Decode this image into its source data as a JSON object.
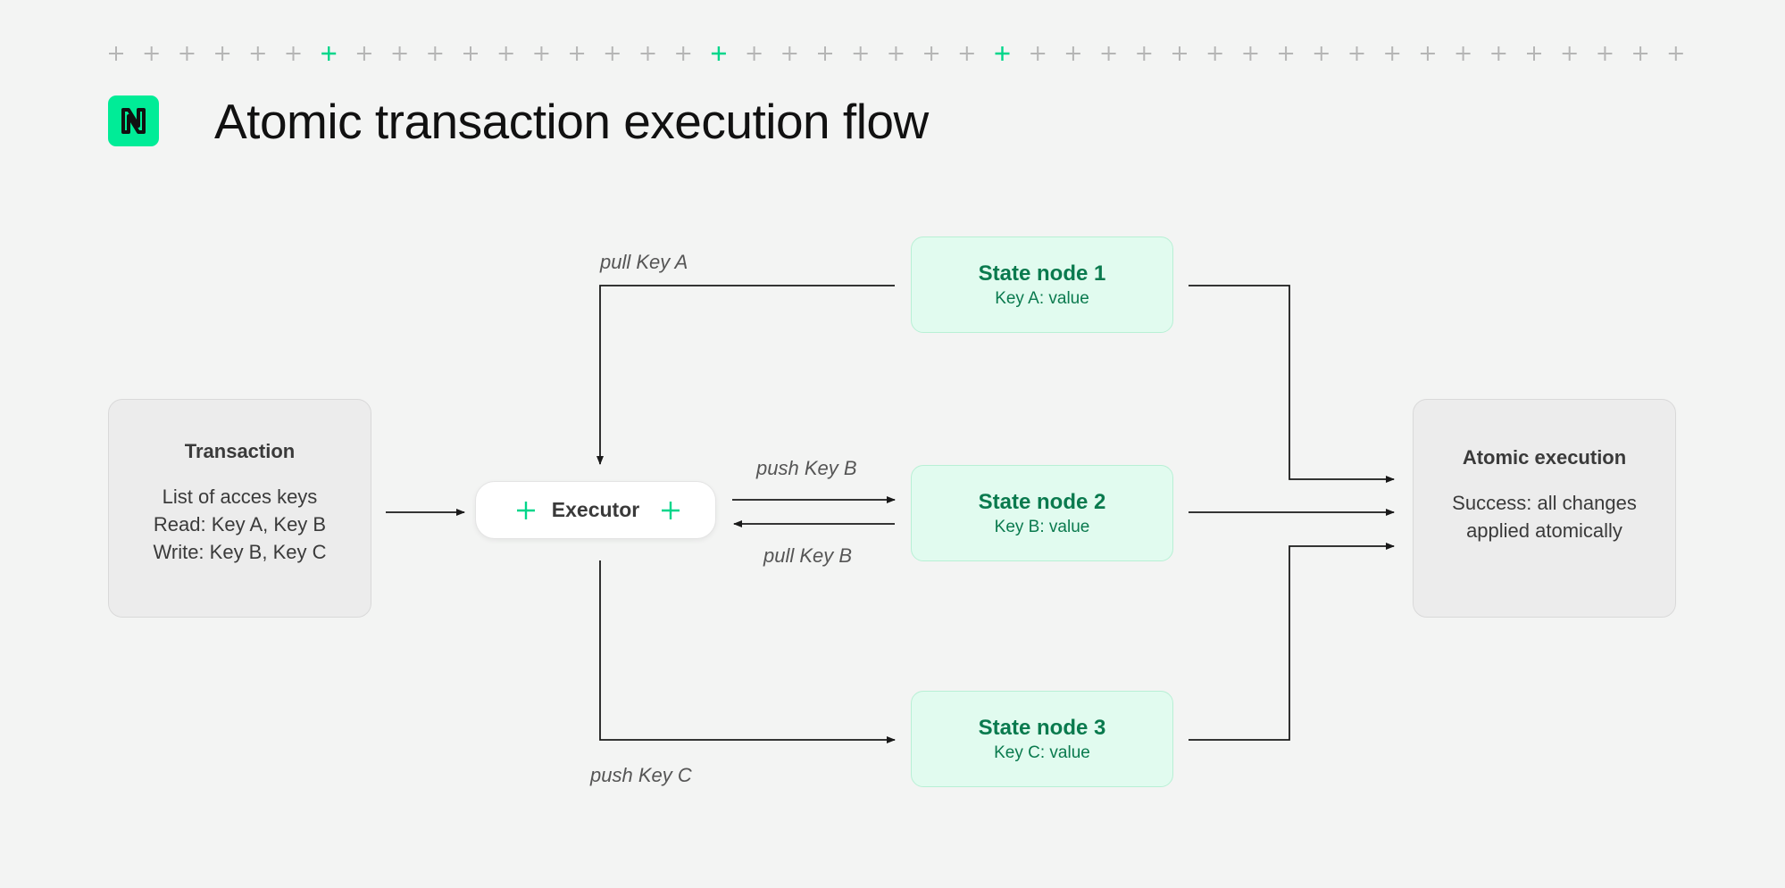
{
  "header": {
    "title": "Atomic transaction execution flow",
    "logo_icon": "near-logo-icon",
    "accent_color": "#00ec97"
  },
  "nodes": {
    "transaction": {
      "title": "Transaction",
      "line1": "List of acces keys",
      "line2": "Read: Key A, Key B",
      "line3": "Write: Key B, Key C"
    },
    "executor": {
      "label": "Executor"
    },
    "state1": {
      "title": "State node 1",
      "value": "Key A: value"
    },
    "state2": {
      "title": "State node 2",
      "value": "Key B: value"
    },
    "state3": {
      "title": "State node 3",
      "value": "Key C: value"
    },
    "atomic": {
      "title": "Atomic execution",
      "line1": "Success: all changes",
      "line2": "applied atomically"
    }
  },
  "edges": {
    "pull_a": "pull Key A",
    "push_b": "push Key B",
    "pull_b": "pull Key B",
    "push_c": "push Key C"
  },
  "colors": {
    "background": "#f3f4f3",
    "green_box": "#e1fbef",
    "green_text": "#0a7a4e",
    "gray_box": "#ececec",
    "line": "#1a1a1a"
  }
}
